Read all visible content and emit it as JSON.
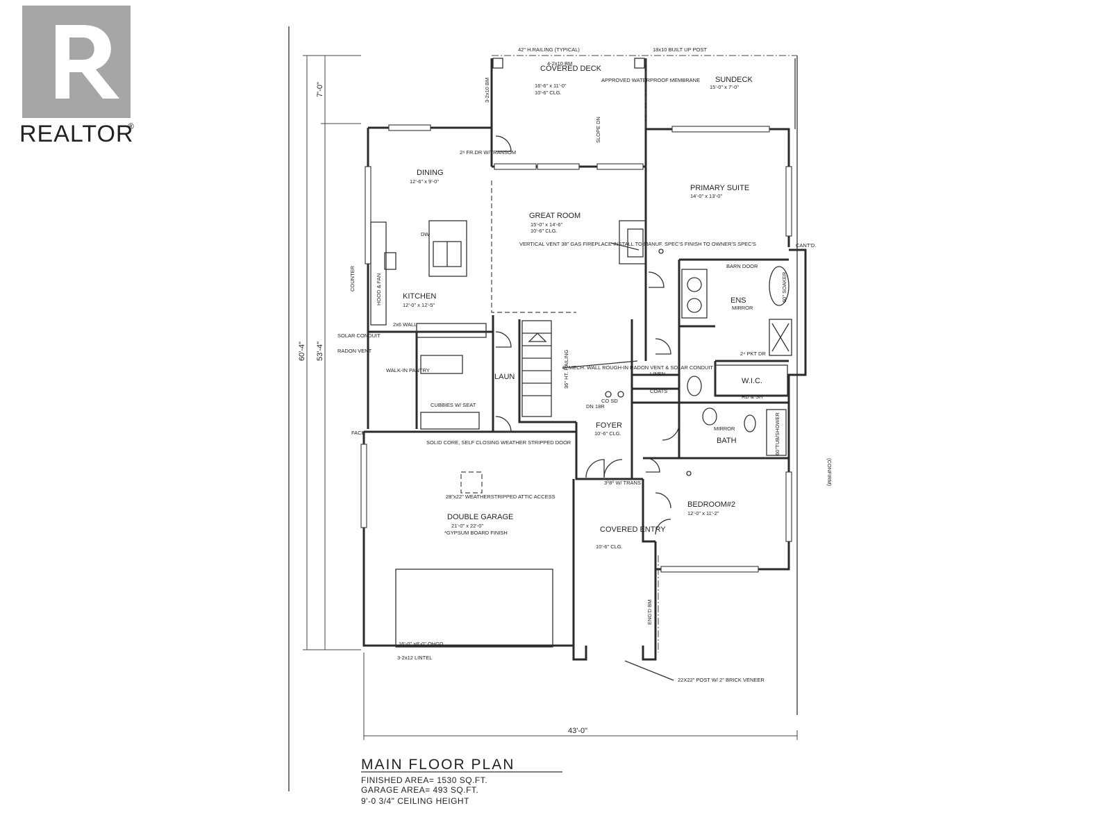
{
  "logo": {
    "text": "REALTOR",
    "mark": "®",
    "color": "#a6a6a6"
  },
  "title": {
    "heading": "MAIN FLOOR PLAN",
    "lines": [
      "FINISHED AREA= 1530 SQ.FT.",
      "GARAGE AREA= 493 SQ.FT.",
      "9'-0 3/4\" CEILING HEIGHT"
    ]
  },
  "dimensions": {
    "overall_width": "43'-0\"",
    "overall_depth_1": "60'-4\"",
    "overall_depth_2": "53'-4\"",
    "deck_depth": "7'-0\""
  },
  "rooms": [
    {
      "key": "covered_deck",
      "name": "COVERED DECK",
      "size": "16'-6\" x 11'-0\"",
      "extra": "10'-6\" CLG."
    },
    {
      "key": "sundeck",
      "name": "SUNDECK",
      "size": "15'-0\" x 7'-0\"",
      "extra": ""
    },
    {
      "key": "dining",
      "name": "DINING",
      "size": "12'-6\" x 9'-0\"",
      "extra": ""
    },
    {
      "key": "great_room",
      "name": "GREAT ROOM",
      "size": "15'-0\" x 14'-6\"",
      "extra": "10'-6\" CLG."
    },
    {
      "key": "primary_suite",
      "name": "PRIMARY SUITE",
      "size": "14'-0\" x 13'-0\"",
      "extra": ""
    },
    {
      "key": "kitchen",
      "name": "KITCHEN",
      "size": "12'-0\" x 12'-5\"",
      "extra": ""
    },
    {
      "key": "ens",
      "name": "ENS",
      "size": "",
      "extra": "MIRROR"
    },
    {
      "key": "wic",
      "name": "W.I.C.",
      "size": "",
      "extra": ""
    },
    {
      "key": "laun",
      "name": "LAUN",
      "size": "",
      "extra": ""
    },
    {
      "key": "walk_in_pantry",
      "name": "WALK-IN PANTRY",
      "size": "",
      "extra": ""
    },
    {
      "key": "foyer",
      "name": "FOYER",
      "size": "10'-6\" CLG.",
      "extra": ""
    },
    {
      "key": "bath",
      "name": "BATH",
      "size": "",
      "extra": ""
    },
    {
      "key": "bedroom2",
      "name": "BEDROOM#2",
      "size": "12'-0\" x 11'-2\"",
      "extra": ""
    },
    {
      "key": "double_garage",
      "name": "DOUBLE GARAGE",
      "size": "21'-0\" x 22'-0\"",
      "extra": "*GYPSUM BOARD FINISH"
    },
    {
      "key": "covered_entry",
      "name": "COVERED ENTRY",
      "size": "10'-6\" CLG.",
      "extra": ""
    }
  ],
  "annotations": [
    "42\" H.RAILING (TYPICAL)",
    "18x10 BUILT UP POST",
    "4-2x10 BM",
    "3-2x10 BM",
    "APPROVED WATERPROOF MEMBRANE",
    "SLOPE DN",
    "2⁸ FR.DR W/TRANSOM",
    "VERTICAL VENT 38\" GAS FIREPLACE INSTALL TO MANUF. SPEC'S FINISH TO OWNER'S SPEC'S",
    "BARN DOOR",
    "60\" SOAKER",
    "CANT'D.",
    "2⁴ PKT DR",
    "LINEN",
    "COATS",
    "RD & SH",
    "MIRROR",
    "60\"TUB/SHOWER",
    "36\" HT. RAILING",
    "8\" MECH. WALL ROUGH-IN RADON VENT & SOLAR CONDUIT",
    "CO SD",
    "DN 18R",
    "HOOD & FAN",
    "COUNTER",
    "DW",
    "SOLAR CONDUIT",
    "RADON VENT",
    "2x6 WALL",
    "CUBBIES W/ SEAT",
    "SOLID CORE, SELF CLOSING WEATHER STRIPPED DOOR",
    "28\"x22\" WEATHERSTRIPPED ATTIC ACCESS",
    "3⁰8⁰ W/ TRANS",
    "16'-0\" x8'-0\" OHGD",
    "3-2x12 LINTEL",
    "22X22\" POST W/ 2\" BRICK VENEER",
    "FACE",
    "(CONFIRM)",
    "ENG'D BM"
  ]
}
